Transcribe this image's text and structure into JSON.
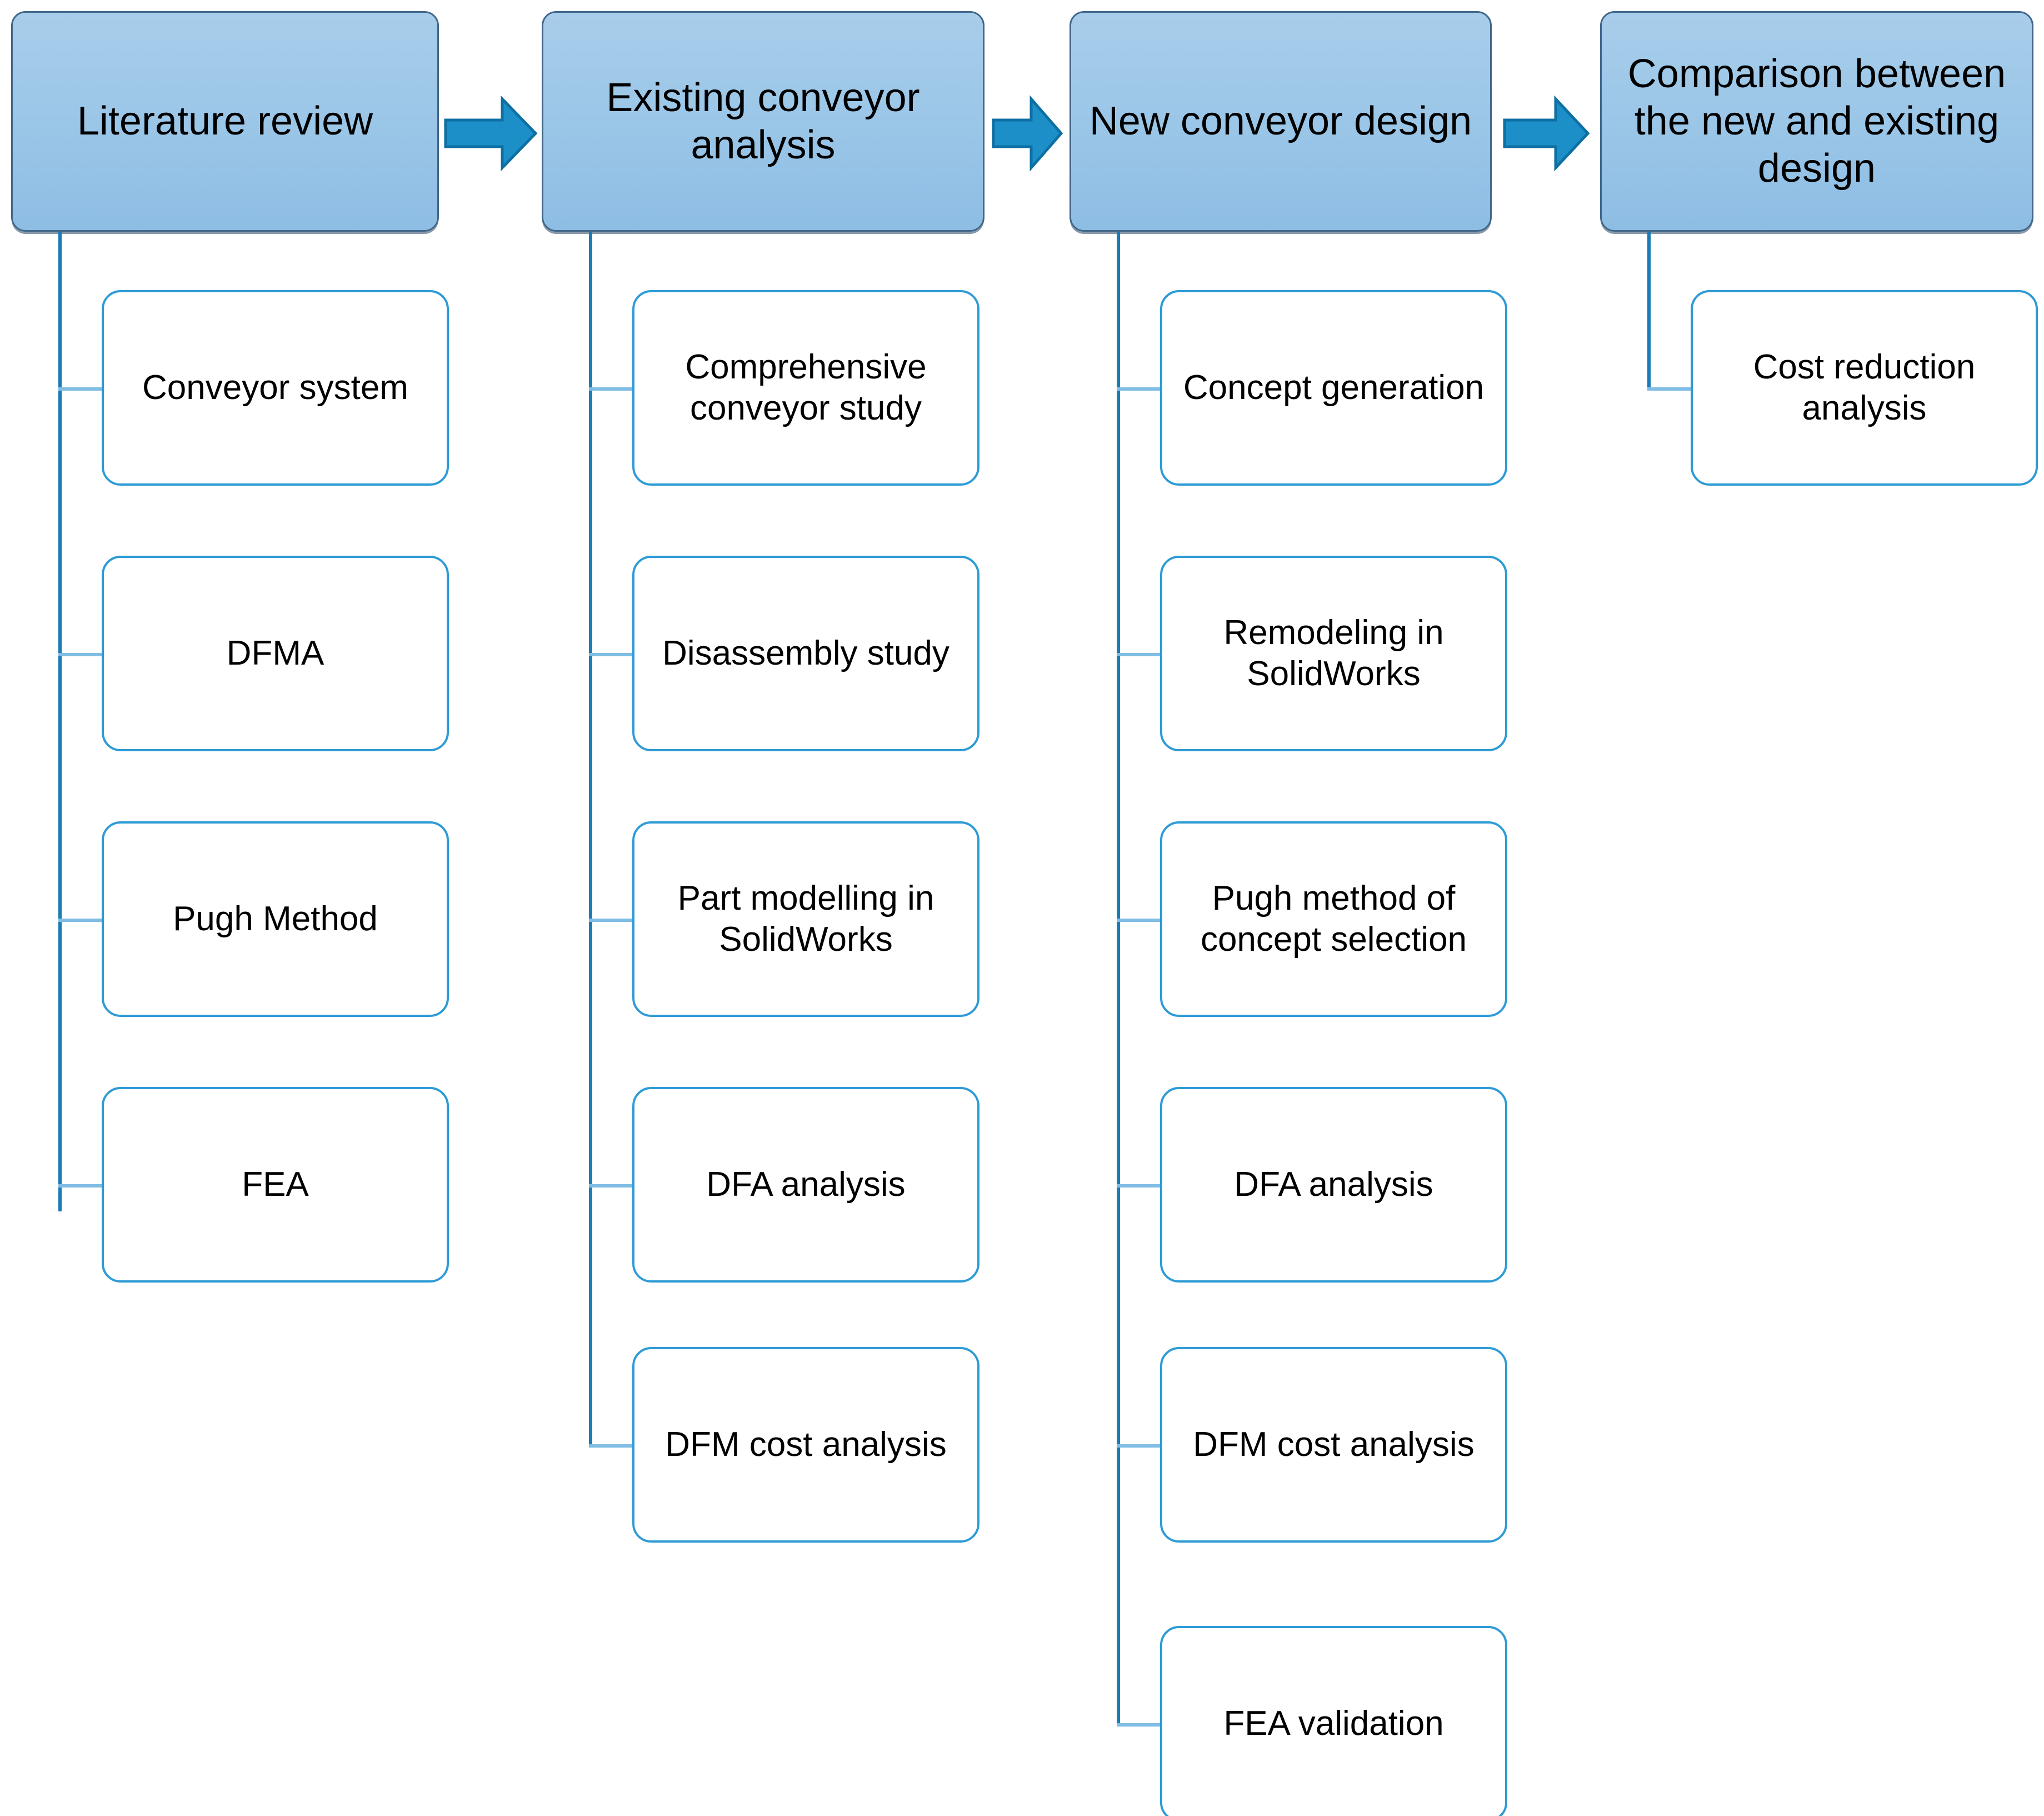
{
  "diagram": {
    "title_text_color": "#000000",
    "stage_fill": "#9CC7E8",
    "stage_border": "#41678A",
    "sub_border": "#2E9BD6",
    "sub_fill": "#FFFFFF",
    "arrow_fill": "#1C8FC9",
    "arrow_border": "#0E6FA3",
    "trunk_line_color": "#1B7CB5",
    "branch_line_color": "#7FBDE4",
    "arrow_icon_name": "right-block-arrow-icon"
  },
  "stages": [
    {
      "id": "literature-review",
      "label": "Literature review",
      "children": [
        {
          "label": "Conveyor system"
        },
        {
          "label": "DFMA"
        },
        {
          "label": "Pugh Method"
        },
        {
          "label": "FEA"
        }
      ]
    },
    {
      "id": "existing-conveyor-analysis",
      "label": "Existing conveyor analysis",
      "children": [
        {
          "label": "Comprehensive conveyor study"
        },
        {
          "label": "Disassembly study"
        },
        {
          "label": "Part modelling in SolidWorks"
        },
        {
          "label": "DFA analysis"
        },
        {
          "label": "DFM cost analysis"
        }
      ]
    },
    {
      "id": "new-conveyor-design",
      "label": "New conveyor design",
      "children": [
        {
          "label": "Concept generation"
        },
        {
          "label": "Remodeling in SolidWorks"
        },
        {
          "label": "Pugh method of concept selection"
        },
        {
          "label": "DFA analysis"
        },
        {
          "label": "DFM cost analysis"
        },
        {
          "label": "FEA validation"
        }
      ]
    },
    {
      "id": "comparison-new-existing",
      "label": "Comparison between the new and existing design",
      "children": [
        {
          "label": "Cost reduction analysis"
        }
      ]
    }
  ]
}
